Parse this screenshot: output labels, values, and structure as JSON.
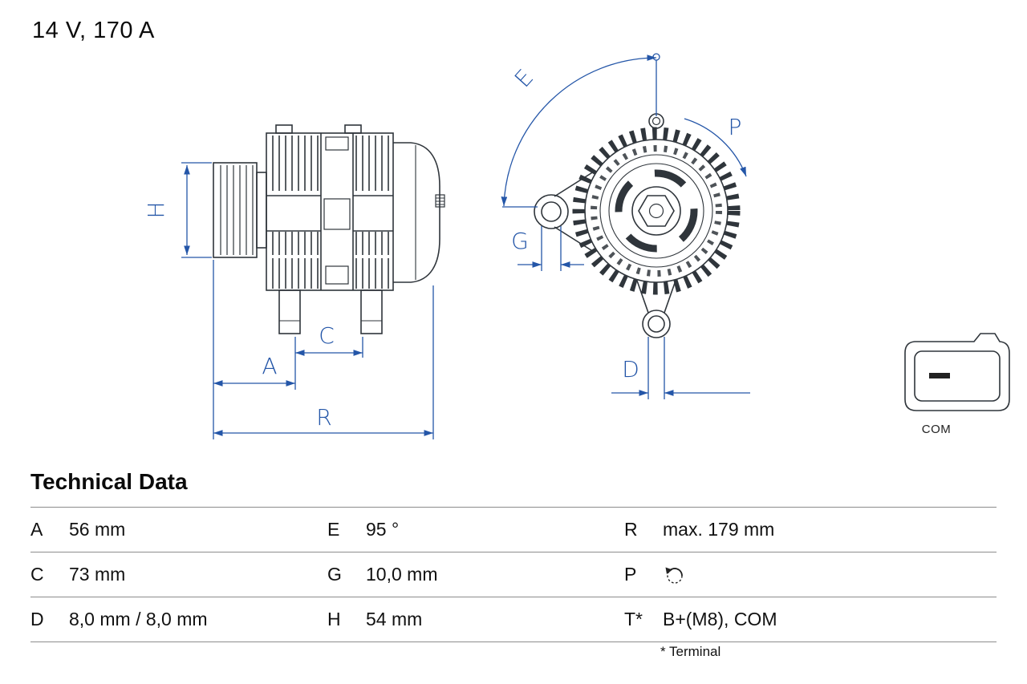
{
  "title": "14 V, 170 A",
  "technical_data": {
    "heading": "Technical Data",
    "rows": [
      [
        {
          "k": "A",
          "v": "56 mm"
        },
        {
          "k": "E",
          "v": "95 °"
        },
        {
          "k": "R",
          "v": "max. 179 mm"
        }
      ],
      [
        {
          "k": "C",
          "v": "73 mm"
        },
        {
          "k": "G",
          "v": "10,0 mm"
        },
        {
          "k": "P",
          "v": "",
          "icon": "rotation-direction"
        }
      ],
      [
        {
          "k": "D",
          "v": "8,0 mm / 8,0 mm"
        },
        {
          "k": "H",
          "v": "54 mm"
        },
        {
          "k": "T*",
          "v": "B+(M8), COM"
        }
      ]
    ],
    "footnote": "* Terminal"
  },
  "diagram": {
    "dimension_labels": {
      "H": "H",
      "A": "A",
      "C": "C",
      "R": "R",
      "E": "E",
      "G": "G",
      "P": "P",
      "D": "D"
    },
    "connector_label": "COM",
    "colors": {
      "dimension_blue": "#2456a8",
      "drawing": "#2f353b"
    }
  }
}
